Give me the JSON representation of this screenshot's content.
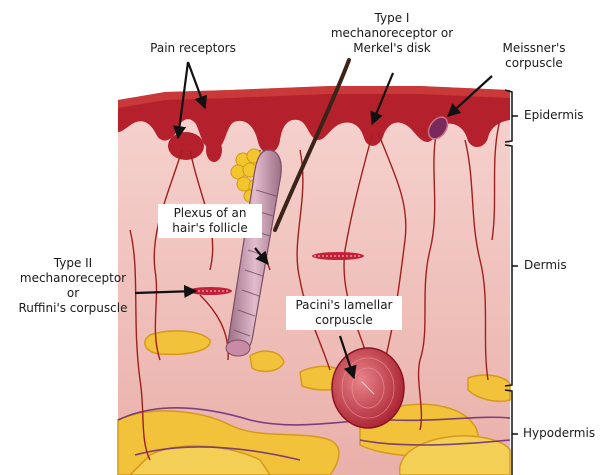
{
  "labels": {
    "pain_receptors": "Pain receptors",
    "type1": "Type I\nmechanoreceptor or\nMerkel's disk",
    "meissner": "Meissner's\ncorpuscle",
    "plexus": "Plexus of an\nhair's follicle",
    "type2": "Type II\nmechanoreceptor\nor\nRuffini's corpuscle",
    "pacini": "Pacini's lamellar\ncorpuscle"
  },
  "layers": {
    "epidermis": "Epidermis",
    "dermis": "Dermis",
    "hypodermis": "Hypodermis"
  },
  "colors": {
    "epidermis": "#b4202c",
    "dermis": "#f1c2bd",
    "fat": "#f2c23a",
    "nerve": "#a0201e",
    "vessel": "#6a2a7a",
    "arrow": "#111111"
  }
}
